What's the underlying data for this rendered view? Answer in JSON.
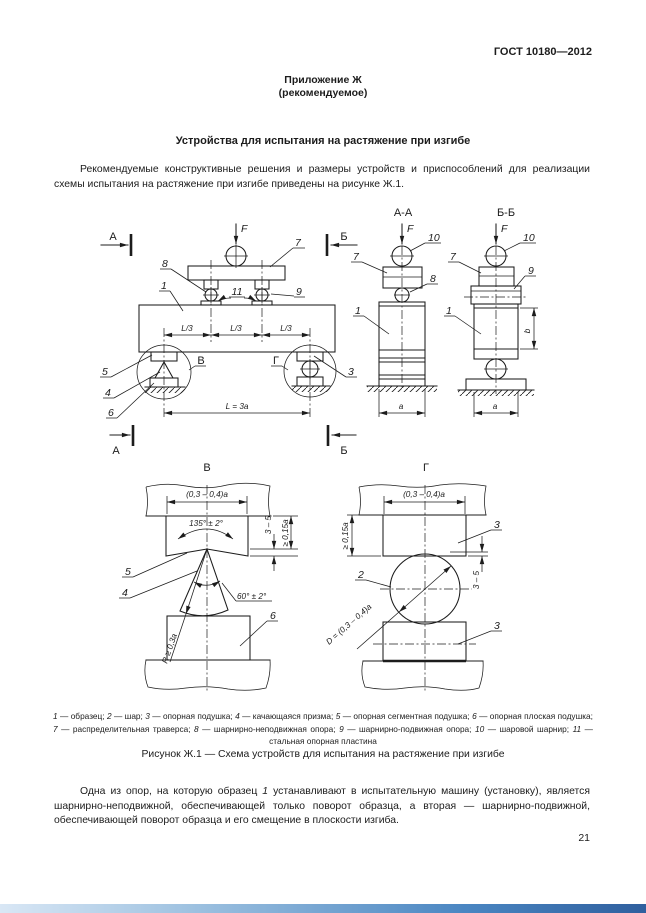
{
  "page": {
    "header": "ГОСТ 10180—2012",
    "appendix": {
      "title": "Приложение Ж",
      "subtitle": "(рекомендуемое)"
    },
    "section_title": "Устройства для испытания на растяжение при изгибе",
    "paragraph1": "Рекомендуемые конструктивные решения и размеры устройств и приспособлений для реализации схемы испытания на растяжение при изгибе приведены на рисунке Ж.1.",
    "figure_caption": "Рисунок Ж.1 — Схема устройств для испытания на растяжение при изгибе",
    "paragraph2": {
      "before": "Одна из опор, на которую образец ",
      "italic": "1",
      "after": " устанавливают в испытательную машину (установку), является шарнирно-неподвижной, обеспечивающей только поворот образца, а вторая — шарнирно-подвижной, обеспечивающей поворот образца и его смещение в плоскости изгиба."
    },
    "page_number": "21"
  },
  "legend": {
    "joiner": " — ",
    "separator": "; ",
    "items": [
      {
        "n": "1",
        "t": "образец"
      },
      {
        "n": "2",
        "t": "шар"
      },
      {
        "n": "3",
        "t": "опорная подушка"
      },
      {
        "n": "4",
        "t": "качающаяся призма"
      },
      {
        "n": "5",
        "t": "опорная сегментная подушка"
      },
      {
        "n": "6",
        "t": "опорная плоская подушка"
      },
      {
        "n": "7",
        "t": "распределительная траверса"
      },
      {
        "n": "8",
        "t": "шарнирно-неподвижная опора"
      },
      {
        "n": "9",
        "t": "шарнирно-подвижная опора"
      },
      {
        "n": "10",
        "t": "шаровой шарнир"
      },
      {
        "n": "11",
        "t": "стальная опорная пластина"
      }
    ]
  },
  "drawing": {
    "labels": {
      "force": "F",
      "n1": "1",
      "n2": "2",
      "n3": "3",
      "n4": "4",
      "n5": "5",
      "n6": "6",
      "n7": "7",
      "n8": "8",
      "n9": "9",
      "n10": "10",
      "n11": "11",
      "l3": "L/3",
      "l3a": "L = 3a",
      "a": "a",
      "b": "b",
      "secA": "А",
      "secB": "Б",
      "viewAA": "А-А",
      "viewBB": "Б-Б",
      "detV": "В",
      "detG": "Г",
      "w034": "(0,3 – 0,4)a",
      "ang135": "135° ± 2°",
      "ang60": "60° ± 2°",
      "r03": "R ≥ 0,3a",
      "h015": "≥ 0,15a",
      "g35": "3 – 5",
      "d034": "D = (0,3 – 0,4)a"
    }
  }
}
